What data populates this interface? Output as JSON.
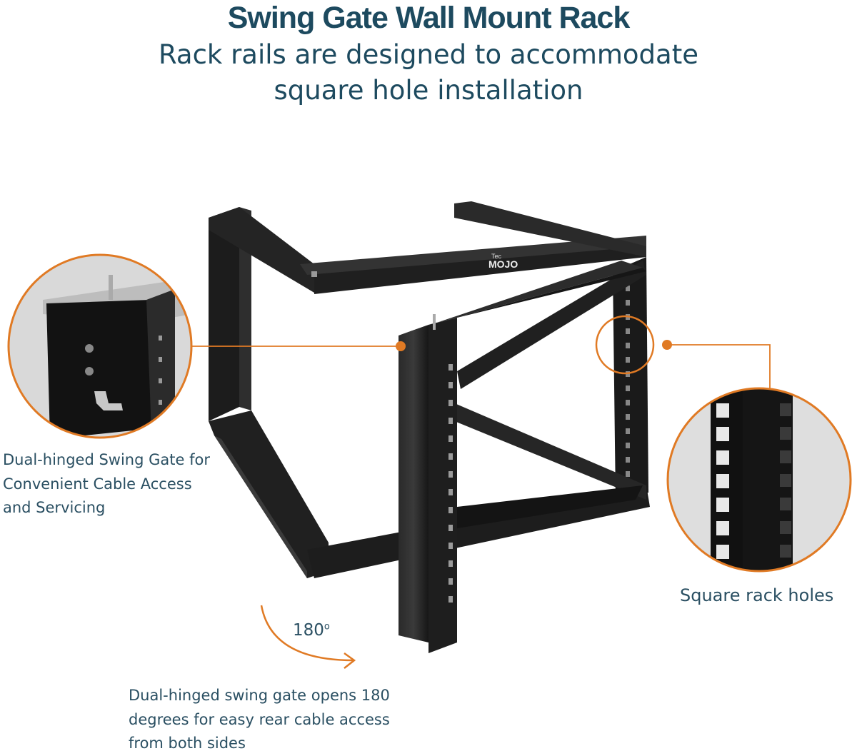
{
  "header": {
    "title": "Swing Gate Wall Mount Rack",
    "subtitle": "Rack rails are designed to accommodate\nsquare hole installation"
  },
  "product": {
    "brand_small": "Tec",
    "brand_large": "MOJO"
  },
  "callouts": {
    "gate": "Dual-hinged Swing Gate for\nConvenient Cable Access\nand Servicing",
    "holes": "Square rack holes",
    "swing": "Dual-hinged swing gate opens 180\ndegrees for easy rear cable access\nfrom both sides",
    "angle": "180",
    "angle_unit": "o"
  },
  "colors": {
    "accent": "#e07a24",
    "text": "#1d4a5f",
    "rack": "#1b1b1b"
  }
}
